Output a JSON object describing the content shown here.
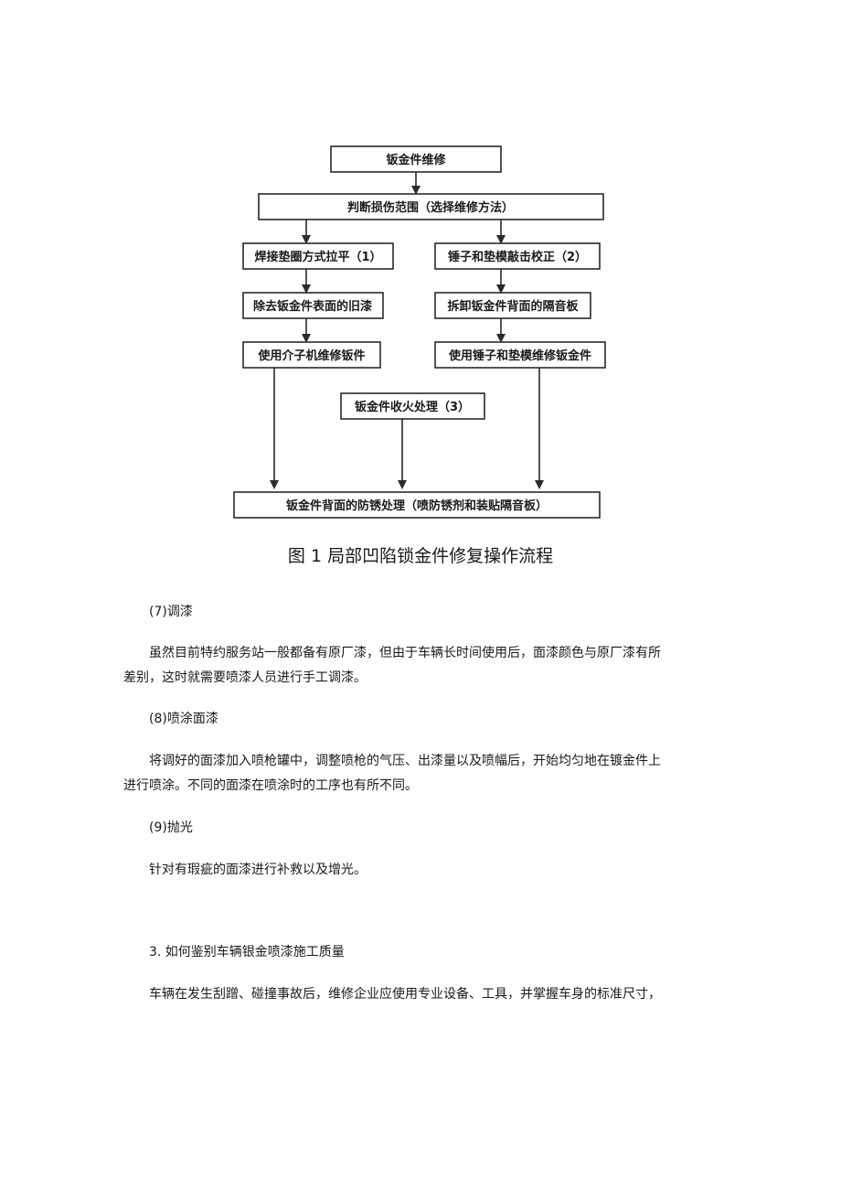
{
  "flowchart": {
    "nodes": {
      "n1": "钣金件维修",
      "n2": "判断损伤范围（选择维修方法）",
      "n3": "焊接垫圈方式拉平（1）",
      "n4": "锤子和垫模敲击校正（2）",
      "n5": "除去钣金件表面的旧漆",
      "n6": "拆卸钣金件背面的隔音板",
      "n7": "使用介子机维修钣件",
      "n8": "使用锤子和垫模维修钣金件",
      "n9": "钣金件收火处理（3）",
      "n10": "钣金件背面的防锈处理（喷防锈剂和装贴隔音板）"
    }
  },
  "caption": "图 1 局部凹陷锁金件修复操作流程",
  "sections": {
    "s7_heading": "(7)调漆",
    "s7_body_line1": "虽然目前特约服务站一般都备有原厂漆，但由于车辆长时间使用后，面漆颜色与原厂漆有所",
    "s7_body_line2": "差别，这时就需要喷漆人员进行手工调漆。",
    "s8_heading": "(8)喷涂面漆",
    "s8_body_line1": "将调好的面漆加入喷枪罐中，调整喷枪的气压、出漆量以及喷幅后，开始均匀地在镀金件上",
    "s8_body_line2": "进行喷涂。不同的面漆在喷涂时的工序也有所不同。",
    "s9_heading": "(9)抛光",
    "s9_body": "针对有瑕疵的面漆进行补救以及增光。",
    "q3_heading": "3. 如何鉴别车辆银金喷漆施工质量",
    "q3_body": "车辆在发生刮蹭、碰撞事故后，维修企业应使用专业设备、工具，并掌握车身的标准尺寸，"
  }
}
